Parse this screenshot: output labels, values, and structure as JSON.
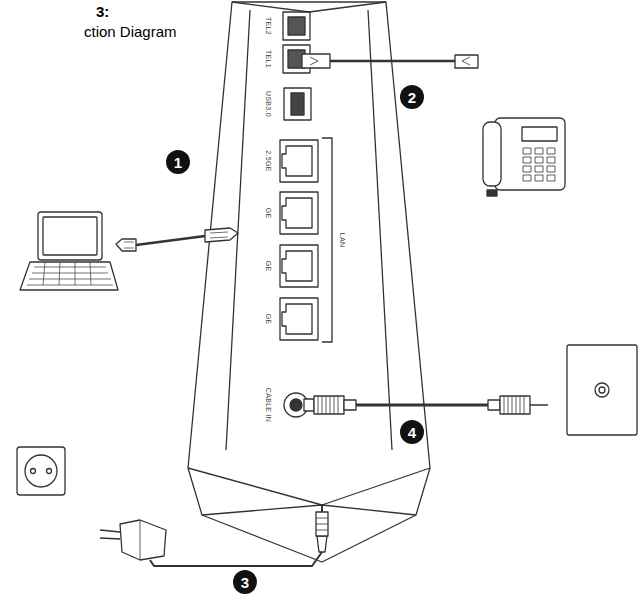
{
  "diagram": {
    "labels": [
      "3:",
      "ction Diagram",
      "TEL2",
      "TEL1",
      "USB3.0",
      "2.5GE",
      "GE",
      "GE",
      "GE",
      "LAN",
      "CABLE IN",
      "1",
      "2",
      "3",
      "4"
    ]
  }
}
